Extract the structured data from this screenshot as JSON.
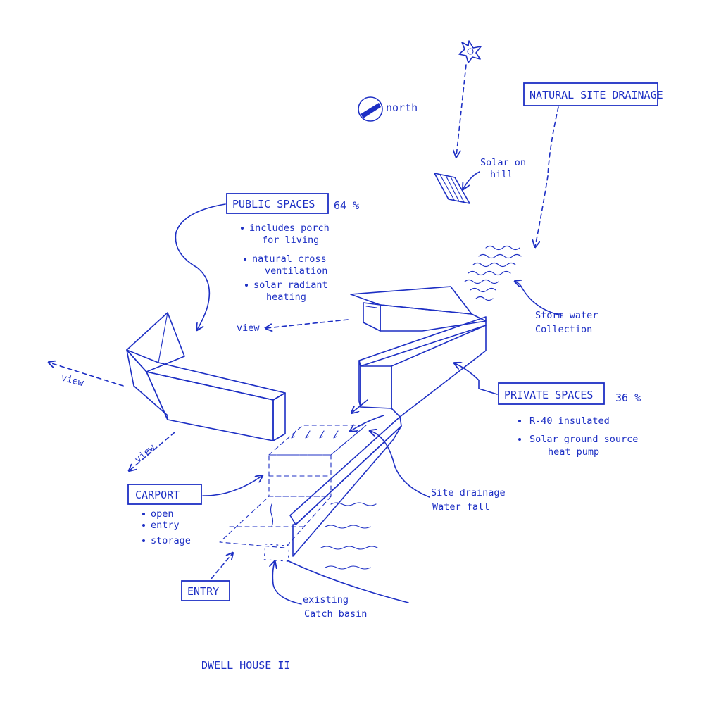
{
  "labels": {
    "north": "north",
    "natural_site_drainage": "NATURAL SITE DRAINAGE",
    "solar_on_hill_1": "Solar on",
    "solar_on_hill_2": "hill",
    "public_spaces": "PUBLIC SPACES",
    "public_pct": "64 %",
    "private_spaces": "PRIVATE SPACES",
    "private_pct": "36 %",
    "storm_water_1": "Storm water",
    "storm_water_2": "Collection",
    "view": "view",
    "carport": "CARPORT",
    "entry": "ENTRY",
    "site_drainage_1": "Site drainage",
    "site_drainage_2": "Water fall",
    "catch_basin_1": "existing",
    "catch_basin_2": "Catch basin",
    "title": "DWELL HOUSE II"
  },
  "public_notes": [
    {
      "line1": "includes porch",
      "line2": "for living"
    },
    {
      "line1": "natural cross",
      "line2": "ventilation"
    },
    {
      "line1": "solar radiant",
      "line2": "heating"
    }
  ],
  "private_notes": [
    {
      "line1": "R-40 insulated",
      "line2": ""
    },
    {
      "line1": "Solar ground source",
      "line2": "heat pump"
    }
  ],
  "carport_notes": [
    "open",
    "entry",
    "storage"
  ],
  "colors": {
    "ink": "#1d2fc4",
    "paper": "#ffffff"
  }
}
